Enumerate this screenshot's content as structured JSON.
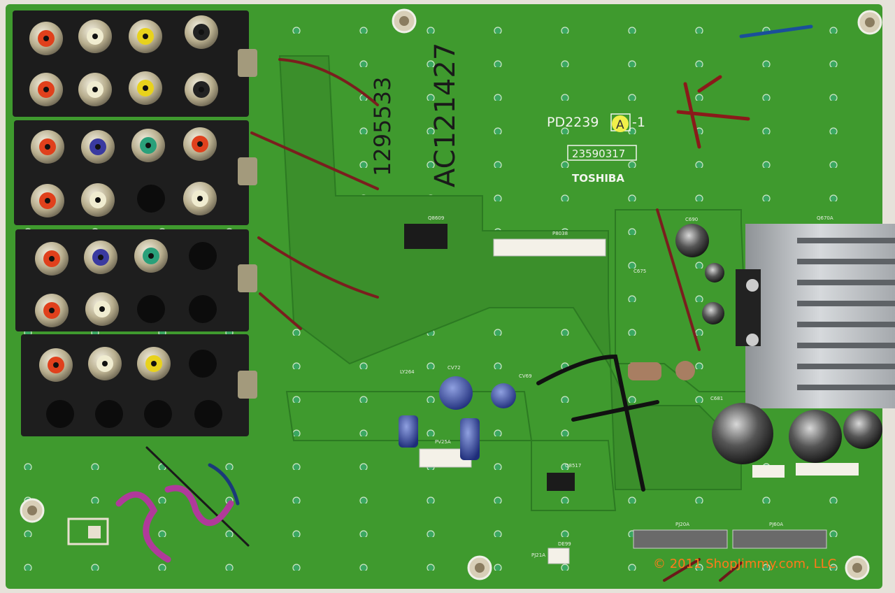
{
  "board": {
    "model_label": "PD2239",
    "revision_letter": "A",
    "revision_suffix": "-1",
    "serial_label": "23590317",
    "brand_label": "TOSHIBA",
    "handwriting_1": "1295533",
    "handwriting_2": "AC121427",
    "colors": {
      "pcb": "#3f9a2e",
      "connector": "#1c1c1c",
      "heatsink": "#b9bcc0",
      "background": "#e6e2da"
    }
  },
  "silkscreen": {
    "connector_p8038": "P8038",
    "cap_cv72": "CV72",
    "cap_cv69": "CV69",
    "connector_pv25a": "PV25A",
    "connector_pj20a": "PJ20A",
    "connector_pj60a": "PJ60A",
    "connector_pj21a": "PJ21A",
    "diode_de99": "DE99",
    "transistor_q670a": "Q670A",
    "cap_c690": "C690",
    "cap_c681": "C681",
    "coil_ly264": "LY264",
    "cap_c675": "C675",
    "ic_q8609": "Q8609",
    "ic_q8517": "Q8517"
  },
  "watermark": "© 2011 ShopJimmy.com, LLC"
}
